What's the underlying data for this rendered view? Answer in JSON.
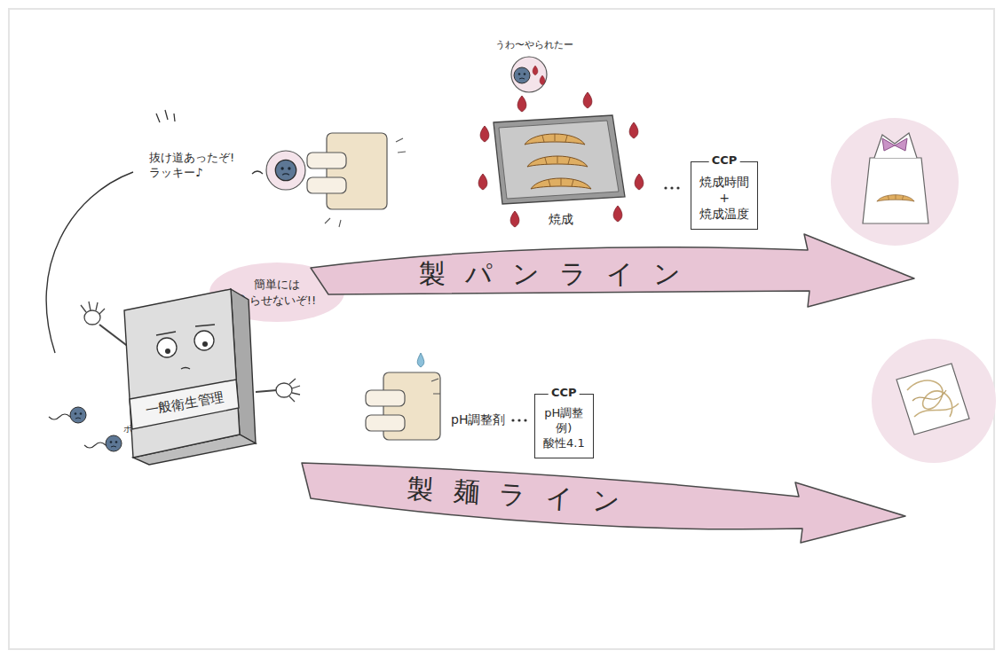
{
  "diagram": {
    "nodes": [
      {
        "text": [
          "簡単には 入らせないぞ!!"
        ]
      },
      {
        "text": [
          "一般衛生管理"
        ]
      },
      {
        "text": [
          "CCP",
          "焼成時間 + 焼成温度"
        ]
      },
      {
        "text": [
          "製パンライン"
        ]
      },
      {
        "text": [
          "CCP",
          "pH調整 例)酸性4.1"
        ]
      },
      {
        "text": [
          "製麺ライン"
        ]
      }
    ],
    "labels": [
      "抜け道あったぞ! ラッキー♪",
      "うわ〜やられたー",
      "焼成",
      "ポ",
      "pH調整剤"
    ]
  }
}
